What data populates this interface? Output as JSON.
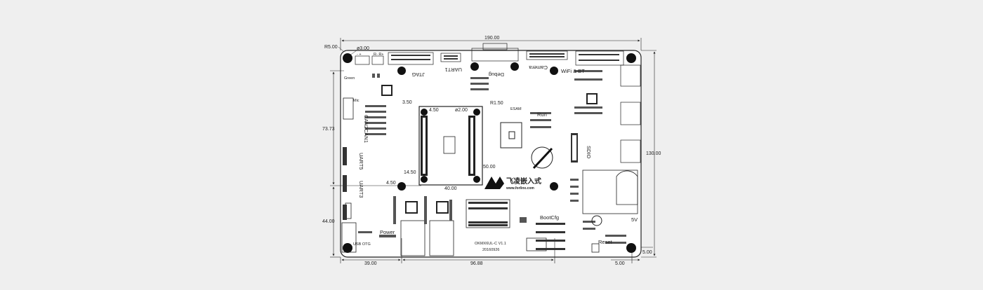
{
  "dimensions": {
    "top_width": "190.00",
    "right_height": "130.00",
    "corner_radius": "R5.00",
    "hole_dia": "ø3.00",
    "left_height_1": "73.73",
    "left_height_2": "44.00",
    "bottom_left": "39.00",
    "bottom_mid": "96.88",
    "bottom_right": "5.00",
    "right_offset": "5.00",
    "som_offset_top": "3.50",
    "som_offset_x": "4.50",
    "som_hole": "ø2.00",
    "som_radius": "R1.50",
    "som_height": "50.00",
    "som_width": "40.00",
    "som_left": "14.50",
    "som_left_2": "4.50"
  },
  "labels": {
    "jtag": "JTAG",
    "uart1": "UART1",
    "debug": "Debug",
    "camera": "Camera",
    "wifi_bt": "WiFi & BT",
    "green": "Green",
    "mic": "Mic",
    "can2": "CAN2",
    "can1": "CAN1",
    "uart5": "UART5",
    "uart3": "UART3",
    "esam": "ESAM",
    "run": "Run",
    "sdio": "SDIO",
    "bootcfg": "BootCfg",
    "power": "Power",
    "usb_otg": "USB OTG",
    "reset": "Reset",
    "v5": "5V",
    "board_name": "OKMX6UL-C V1.1",
    "board_date": "20160926",
    "logo_cn": "飞凌嵌入式",
    "logo_url": "www.forlinx.com",
    "pin_minus_plus": "-  +",
    "pin_r_minus_r_plus": "R-  R+"
  },
  "colors": {
    "background": "#efefef",
    "board": "#ffffff",
    "ink": "#222222"
  }
}
